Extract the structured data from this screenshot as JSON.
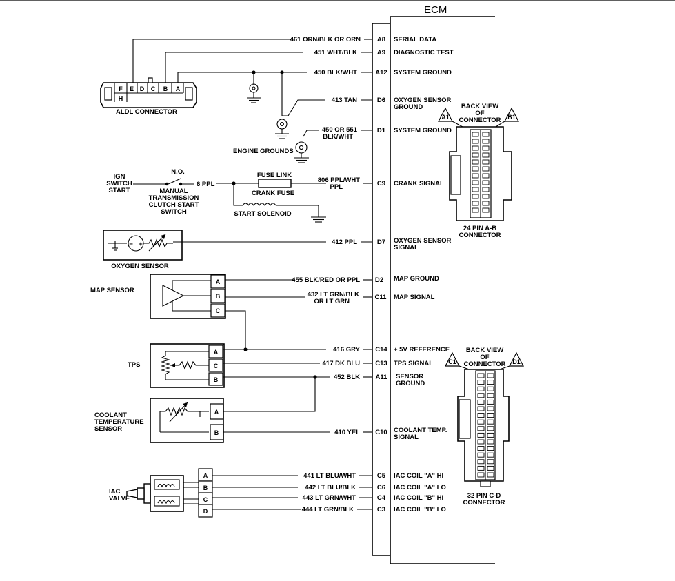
{
  "ecm": {
    "title": "ECM"
  },
  "circuits": [
    {
      "id": "serial",
      "wire": "461 ORN/BLK OR ORN",
      "pin": "A8",
      "func": [
        "SERIAL DATA"
      ]
    },
    {
      "id": "diag",
      "wire": "451 WHT/BLK",
      "pin": "A9",
      "func": [
        "DIAGNOSTIC TEST"
      ]
    },
    {
      "id": "sysgnd",
      "wire": "450 BLK/WHT",
      "pin": "A12",
      "func": [
        "SYSTEM GROUND"
      ]
    },
    {
      "id": "o2gnd",
      "wire": "413 TAN",
      "pin": "D6",
      "func": [
        "OXYGEN SENSOR",
        "GROUND"
      ]
    },
    {
      "id": "sysgnd2",
      "wire": "450 OR 551",
      "wire2": "BLK/WHT",
      "pin": "D1",
      "func": [
        "SYSTEM GROUND"
      ]
    },
    {
      "id": "crank",
      "wire": "806 PPL/WHT",
      "wire2": "PPL",
      "pin": "C9",
      "func": [
        "CRANK SIGNAL"
      ]
    },
    {
      "id": "o2sig",
      "wire": "412 PPL",
      "pin": "D7",
      "func": [
        "OXYGEN SENSOR",
        "SIGNAL"
      ]
    },
    {
      "id": "mapgnd",
      "wire": "455 BLK/RED OR PPL",
      "pin": "D2",
      "func": [
        "MAP GROUND"
      ]
    },
    {
      "id": "mapsig",
      "wire": "432 LT GRN/BLK",
      "wire2": "OR LT GRN",
      "pin": "C11",
      "func": [
        "MAP SIGNAL"
      ]
    },
    {
      "id": "ref",
      "wire": "416 GRY",
      "pin": "C14",
      "func": [
        "+ 5V REFERENCE"
      ]
    },
    {
      "id": "tps",
      "wire": "417 DK BLU",
      "pin": "C13",
      "func": [
        "TPS SIGNAL"
      ]
    },
    {
      "id": "sensgnd",
      "wire": "452 BLK",
      "pin": "A11",
      "func": [
        "SENSOR",
        "GROUND"
      ]
    },
    {
      "id": "cts",
      "wire": "410 YEL",
      "pin": "C10",
      "func": [
        "COOLANT TEMP.",
        "SIGNAL"
      ]
    },
    {
      "id": "iacahi",
      "wire": "441 LT BLU/WHT",
      "pin": "C5",
      "func": [
        "IAC COIL \"A\" HI"
      ]
    },
    {
      "id": "iacalo",
      "wire": "442 LT BLU/BLK",
      "pin": "C6",
      "func": [
        "IAC COIL \"A\" LO"
      ]
    },
    {
      "id": "iacbhi",
      "wire": "443 LT GRN/WHT",
      "pin": "C4",
      "func": [
        "IAC COIL \"B\" HI"
      ]
    },
    {
      "id": "iacblo",
      "wire": "444 LT GRN/BLK",
      "pin": "C3",
      "func": [
        "IAC COIL \"B\" LO"
      ]
    }
  ],
  "components": {
    "aldl": {
      "label": "ALDL CONNECTOR",
      "pins": [
        "F",
        "E",
        "D",
        "C",
        "B",
        "A"
      ],
      "pin_h": "H"
    },
    "engine_grounds": "ENGINE GROUNDS",
    "ign_switch": [
      "IGN",
      "SWITCH",
      "START"
    ],
    "no_label": "N.O.",
    "clutch_switch": [
      "MANUAL",
      "TRANSMISSION",
      "CLUTCH START",
      "SWITCH"
    ],
    "six_ppl": "6 PPL",
    "fuse_link": "FUSE LINK",
    "crank_fuse": "CRANK FUSE",
    "start_solenoid": "START SOLENOID",
    "oxygen_sensor": "OXYGEN SENSOR",
    "map_sensor": "MAP SENSOR",
    "tps": "TPS",
    "coolant_sensor": [
      "COOLANT",
      "TEMPERATURE",
      "SENSOR"
    ],
    "iac_valve": [
      "IAC",
      "VALVE"
    ],
    "map_pins": [
      "A",
      "B",
      "C"
    ],
    "tps_pins": [
      "A",
      "C",
      "B"
    ],
    "cts_pins": [
      "A",
      "B"
    ],
    "iac_pins": [
      "A",
      "B",
      "C",
      "D"
    ]
  },
  "connectors": {
    "ab": {
      "back_view": [
        "BACK VIEW",
        "OF",
        "CONNECTOR"
      ],
      "markers": [
        "A1",
        "B1"
      ],
      "label": [
        "24 PIN A-B",
        "CONNECTOR"
      ]
    },
    "cd": {
      "back_view": [
        "BACK VIEW",
        "OF",
        "CONNECTOR"
      ],
      "markers": [
        "C1",
        "D1"
      ],
      "label": [
        "32 PIN C-D",
        "CONNECTOR"
      ]
    }
  }
}
